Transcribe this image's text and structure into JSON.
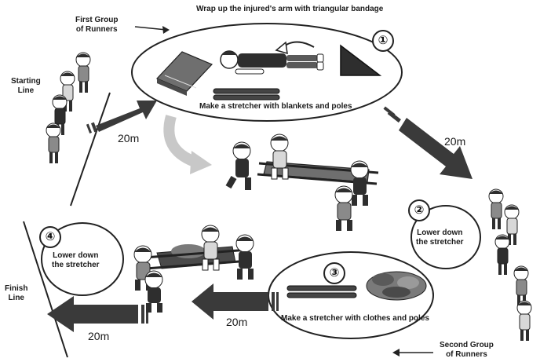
{
  "labels": {
    "wrap_step": "Wrap up the injured's arm with triangular bandage",
    "first_group": "First Group\nof Runners",
    "starting_line": "Starting\nLine",
    "make_blankets": "Make a stretcher with blankets and poles",
    "lower_down_2": "Lower down\nthe stretcher",
    "lower_down_4": "Lower down\nthe stretcher",
    "make_clothes": "Make a stretcher with clothes and poles",
    "second_group": "Second Group\nof Runners",
    "finish_line": "Finish\nLine"
  },
  "steps": {
    "s1": "①",
    "s2": "②",
    "s3": "③",
    "s4": "④"
  },
  "distances": {
    "d1": "20m",
    "d2": "20m",
    "d3": "20m",
    "d4": "20m"
  },
  "colors": {
    "arrow": "#3a3a3a",
    "figure_dark": "#2e2e2e",
    "figure_mid": "#8a8a8a",
    "figure_light": "#d8d8d8",
    "faded_arrow": "#c8c8c8"
  }
}
